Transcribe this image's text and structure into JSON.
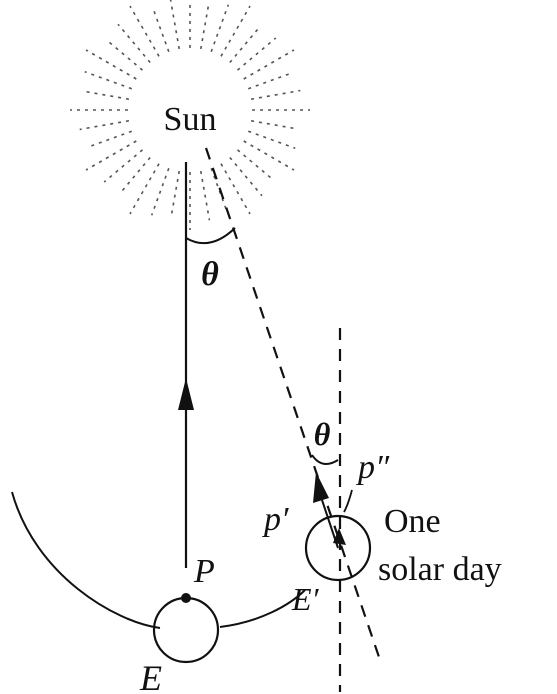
{
  "labels": {
    "sun": "Sun",
    "theta_top": "θ",
    "theta_bottom": "θ",
    "p_double_prime": "p″",
    "p_prime": "p′",
    "p": "P",
    "e": "E",
    "e_prime": "E′",
    "one": "One",
    "solar_day": "solar day"
  },
  "colors": {
    "ink": "#111111",
    "background": "#ffffff",
    "sun_rays": "#555555"
  }
}
